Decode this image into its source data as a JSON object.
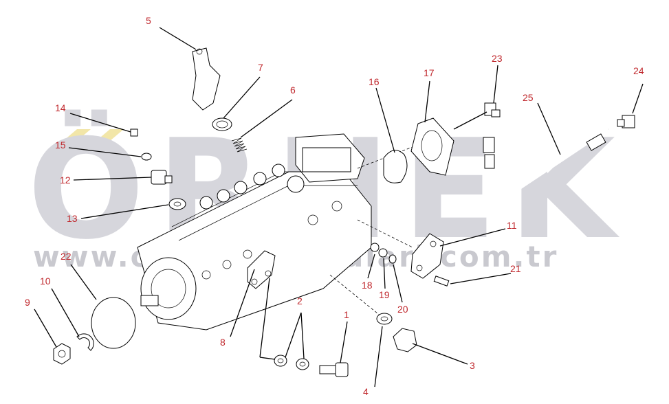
{
  "watermark": {
    "brand": "ÖRNEK",
    "url": "www.ornekmakinalari.com.tr",
    "accent_color": "#f2e6a8",
    "text_color": "#d6d6dc"
  },
  "callouts": {
    "c1": "1",
    "c2": "2",
    "c3": "3",
    "c4": "4",
    "c5": "5",
    "c6": "6",
    "c7": "7",
    "c8": "8",
    "c9": "9",
    "c10": "10",
    "c11": "11",
    "c12": "12",
    "c13": "13",
    "c14": "14",
    "c15": "15",
    "c16": "16",
    "c17": "17",
    "c18": "18",
    "c19": "19",
    "c20": "20",
    "c21": "21",
    "c22": "22",
    "c23": "23",
    "c24": "24",
    "c25": "25"
  },
  "colors": {
    "callout": "#c0282d",
    "line": "#000000"
  }
}
